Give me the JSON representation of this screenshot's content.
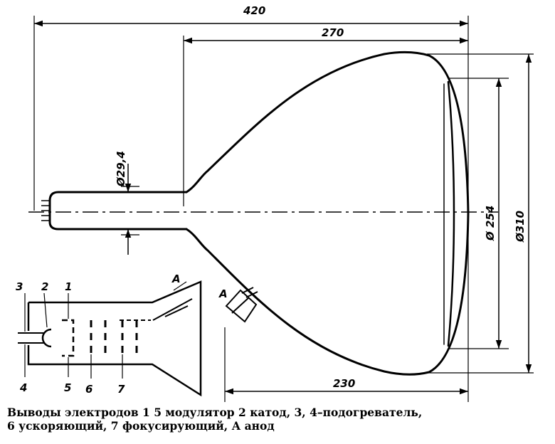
{
  "dimensions": {
    "overall_length": "420",
    "bulb_length": "270",
    "neck_diameter": "Ø29,4",
    "screen_diameter": "Ø 254",
    "bulb_diameter": "Ø310",
    "face_length": "230"
  },
  "pins": {
    "p1": "1",
    "p2": "2",
    "p3": "3",
    "p4": "4",
    "p5": "5",
    "p6": "6",
    "p7": "7",
    "anode_schematic": "A",
    "anode_bulb": "A"
  },
  "caption": {
    "line1": "Выводы электродов  1  5  модулятор  2  катод, 3, 4–подогреватель,",
    "line2": "6  ускоряющий,  7  фокусирующий,  А  анод"
  }
}
